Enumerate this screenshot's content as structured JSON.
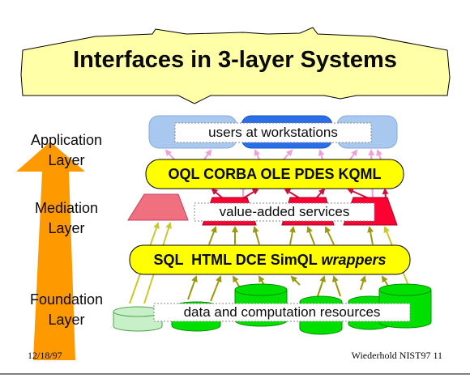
{
  "title": "Interfaces in 3-layer Systems",
  "layers": [
    {
      "label": "Application Layer"
    },
    {
      "label": "Mediation Layer"
    },
    {
      "label": "Foundation Layer"
    }
  ],
  "application": {
    "label": "users at workstations"
  },
  "upper_interfaces": {
    "label": "OQL CORBA OLE PDES KQML"
  },
  "mediation": {
    "label": "value-added services"
  },
  "lower_interfaces": {
    "plain": "SQL  HTML DCE SimQL",
    "italic": "wrappers"
  },
  "foundation": {
    "label": "data and computation resources"
  },
  "footer": {
    "date": "12/18/97",
    "credit": "Wiederhold NIST97 11"
  },
  "colors": {
    "banner": "#ffffa8",
    "pill": "#ffff00",
    "arrow": "#ff9900",
    "workstation": "#a8c8f0",
    "workstation_dark": "#2a6ee8",
    "mediator": "#ff0033",
    "mediator_light": "#f07080",
    "resource": "#00e000",
    "resource_light": "#c8f0c8"
  }
}
